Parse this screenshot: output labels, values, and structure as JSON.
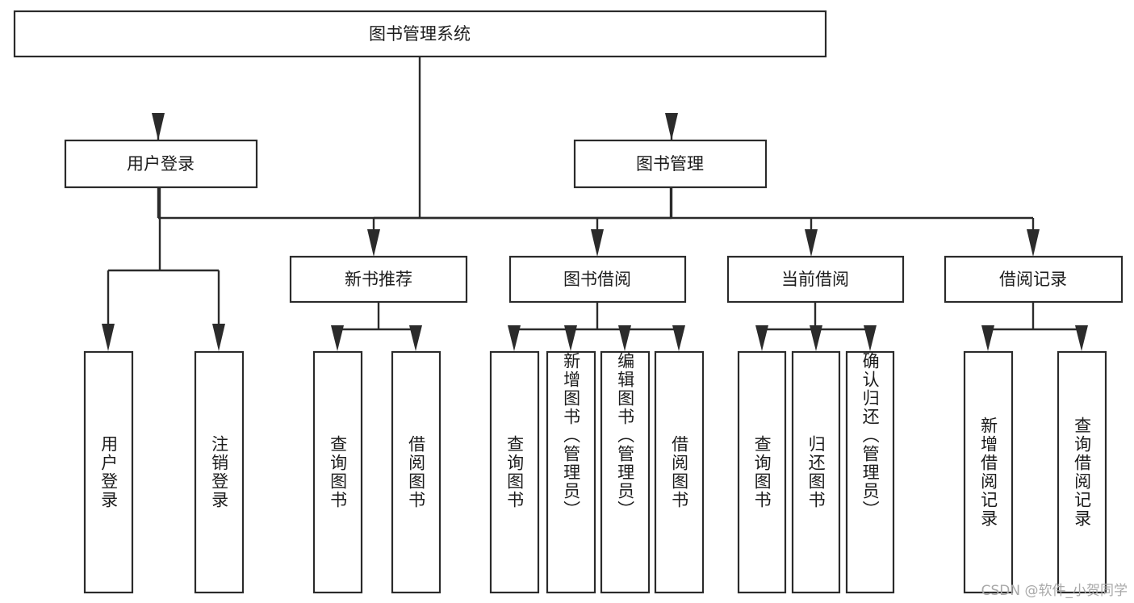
{
  "diagram": {
    "title": "图书管理系统",
    "watermark": "CSDN @软件_小贺同学",
    "colors": {
      "stroke": "#2b2b2b",
      "fill": "#ffffff",
      "text": "#1c1c1c",
      "watermark": "#a9a9a9"
    },
    "root": {
      "label": "图书管理系统"
    },
    "level1": [
      {
        "label": "用户登录"
      },
      {
        "label": "图书管理"
      }
    ],
    "level2": [
      {
        "label": "新书推荐"
      },
      {
        "label": "图书借阅"
      },
      {
        "label": "当前借阅"
      },
      {
        "label": "借阅记录"
      }
    ],
    "leaves": [
      {
        "label": "用户登录",
        "parent": "用户登录"
      },
      {
        "label": "注销登录",
        "parent": "用户登录"
      },
      {
        "label": "查询图书",
        "parent": "新书推荐"
      },
      {
        "label": "借阅图书",
        "parent": "新书推荐"
      },
      {
        "label": "查询图书",
        "parent": "图书借阅"
      },
      {
        "label": "新增图书（管理员）",
        "parent": "图书借阅"
      },
      {
        "label": "编辑图书（管理员）",
        "parent": "图书借阅"
      },
      {
        "label": "借阅图书",
        "parent": "图书借阅"
      },
      {
        "label": "查询图书",
        "parent": "当前借阅"
      },
      {
        "label": "归还图书",
        "parent": "当前借阅"
      },
      {
        "label": "确认归还（管理员）",
        "parent": "当前借阅"
      },
      {
        "label": "新增借阅记录",
        "parent": "借阅记录"
      },
      {
        "label": "查询借阅记录",
        "parent": "借阅记录"
      }
    ]
  }
}
